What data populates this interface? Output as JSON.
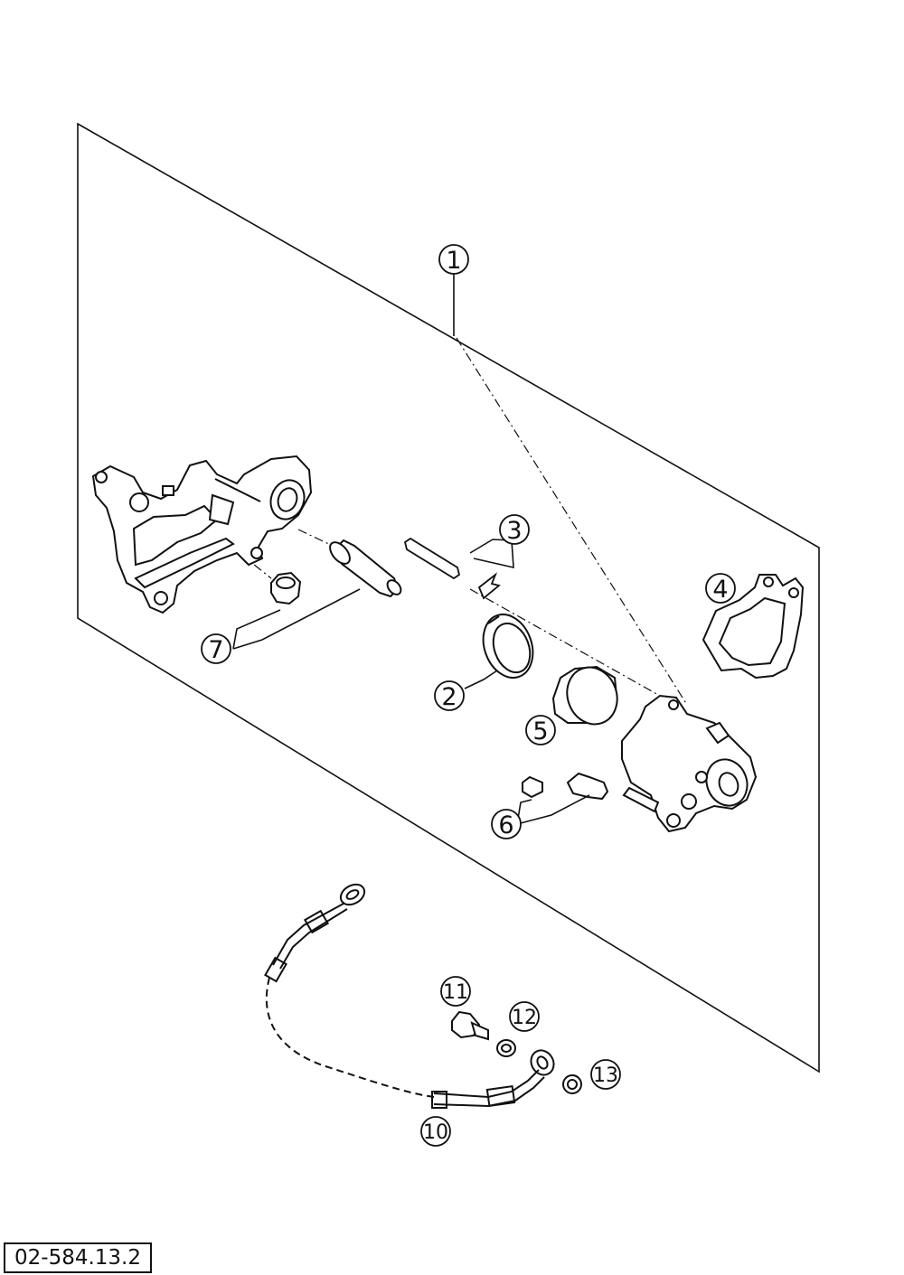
{
  "callouts": [
    {
      "id": "1",
      "label": "1"
    },
    {
      "id": "2",
      "label": "2"
    },
    {
      "id": "3",
      "label": "3"
    },
    {
      "id": "4",
      "label": "4"
    },
    {
      "id": "5",
      "label": "5"
    },
    {
      "id": "6",
      "label": "6"
    },
    {
      "id": "7",
      "label": "7"
    },
    {
      "id": "10",
      "label": "10"
    },
    {
      "id": "11",
      "label": "11"
    },
    {
      "id": "12",
      "label": "12"
    },
    {
      "id": "13",
      "label": "13"
    }
  ],
  "document_code": "02-584.13.2"
}
